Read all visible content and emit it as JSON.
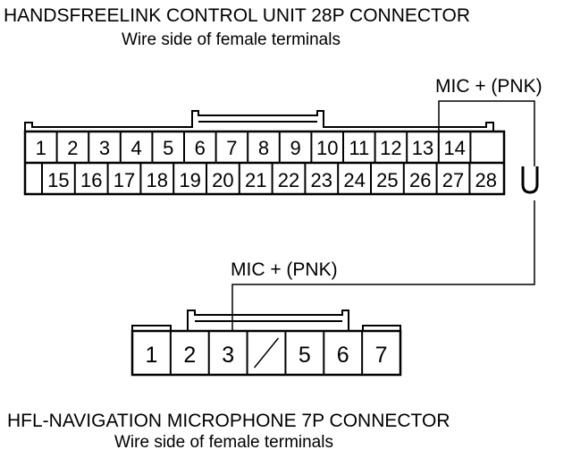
{
  "top_connector": {
    "title": "HANDSFREELINK CONTROL UNIT 28P CONNECTOR",
    "subtitle": "Wire side of female terminals",
    "top_row": [
      "1",
      "2",
      "3",
      "4",
      "5",
      "6",
      "7",
      "8",
      "9",
      "10",
      "11",
      "12",
      "13",
      "14"
    ],
    "bottom_row": [
      "15",
      "16",
      "17",
      "18",
      "19",
      "20",
      "21",
      "22",
      "23",
      "24",
      "25",
      "26",
      "27",
      "28"
    ]
  },
  "bottom_connector": {
    "title": "HFL-NAVIGATION MICROPHONE 7P CONNECTOR",
    "subtitle": "Wire side of female terminals",
    "pins": [
      "1",
      "2",
      "3",
      "",
      "5",
      "6",
      "7"
    ]
  },
  "wires": {
    "top_label": "MIC +  (PNK)",
    "bottom_label": "MIC +  (PNK)",
    "break_symbol": "U"
  }
}
